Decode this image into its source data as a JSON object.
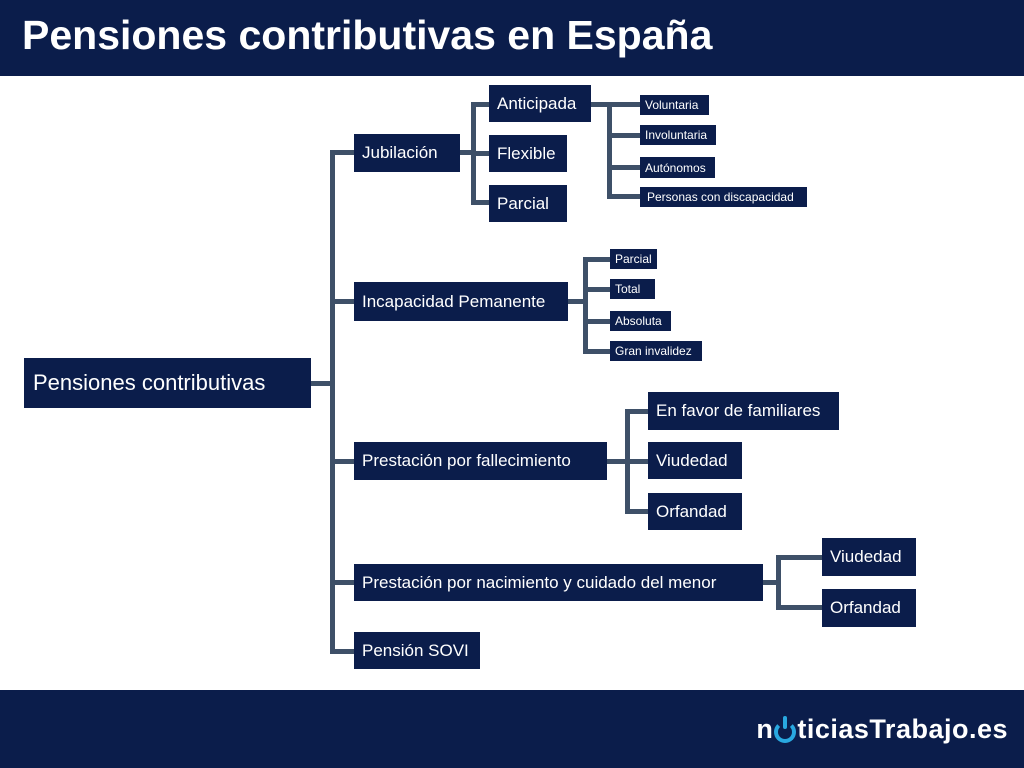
{
  "header": {
    "title": "Pensiones contributivas en España"
  },
  "footer": {
    "logo_text": "noticiasTrabajo.es",
    "logo_before": "n",
    "logo_after": "ticiasTrabajo.es"
  },
  "colors": {
    "navy": "#0b1d4b",
    "line": "#3e5068",
    "logo_accent": "#29a8e0"
  },
  "root": "Pensiones contributivas",
  "jubilacion": {
    "label": "Jubilación",
    "children": [
      "Anticipada",
      "Flexible",
      "Parcial"
    ],
    "anticipada": [
      "Voluntaria",
      "Involuntaria",
      "Autónomos",
      "Personas con discapacidad"
    ]
  },
  "incapacidad": {
    "label": "Incapacidad Pemanente",
    "children": [
      "Parcial",
      "Total",
      "Absoluta",
      "Gran invalidez"
    ]
  },
  "fallecimiento": {
    "label": "Prestación por fallecimiento",
    "children": [
      "En favor de familiares",
      "Viudedad",
      "Orfandad"
    ]
  },
  "nacimiento": {
    "label": "Prestación por nacimiento y cuidado del menor",
    "children": [
      "Viudedad",
      "Orfandad"
    ]
  },
  "sovi": {
    "label": "Pensión SOVI"
  }
}
